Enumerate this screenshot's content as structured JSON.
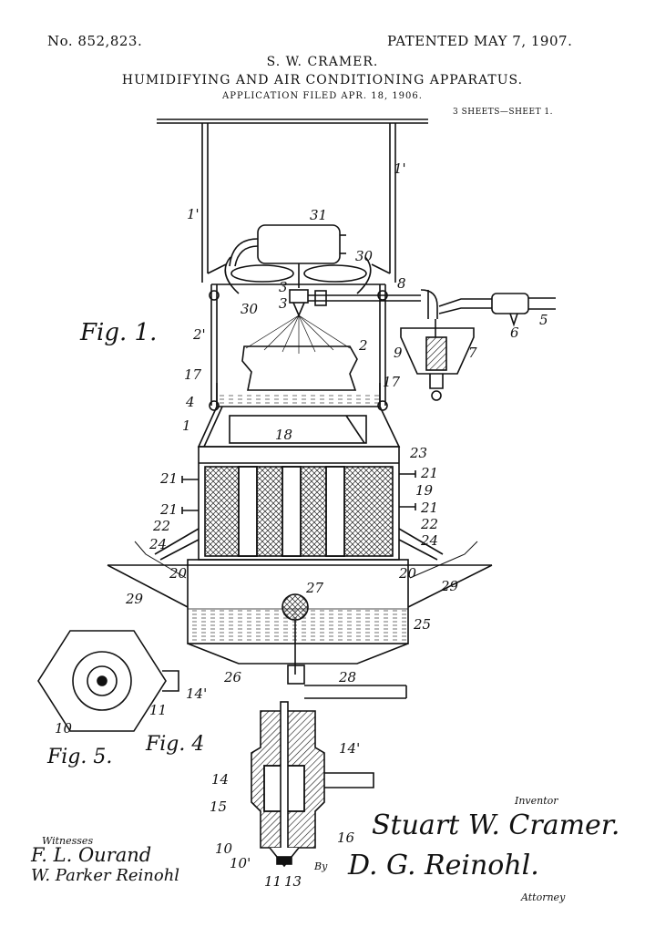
{
  "header": {
    "patent_no": "No. 852,823.",
    "patented": "PATENTED MAY 7, 1907.",
    "inventor": "S. W. CRAMER.",
    "title": "HUMIDIFYING AND AIR CONDITIONING APPARATUS.",
    "application": "APPLICATION FILED APR. 18, 1906.",
    "sheets": "3 SHEETS—SHEET 1."
  },
  "figures": {
    "fig1": "Fig. 1.",
    "fig4": "Fig. 4",
    "fig5": "Fig. 5."
  },
  "signatures": {
    "witnesses_label": "Witnesses",
    "witness_1": "F. L. Ourand",
    "witness_2": "W. Parker Reinohl",
    "inventor_label": "Inventor",
    "inventor_signature": "Stuart W. Cramer.",
    "by_label": "By",
    "attorney_signature": "D. G. Reinohl.",
    "attorney_label": "Attorney"
  },
  "reference_numerals": {
    "r1a": "1'",
    "r1b": "1'",
    "r31": "31",
    "r30a": "30",
    "r30b": "30",
    "r3a": "3",
    "r3b": "3",
    "r8": "8",
    "r5": "5",
    "r6": "6",
    "r2p": "2'",
    "r2": "2",
    "r9": "9",
    "r7": "7",
    "r17a": "17",
    "r17b": "17",
    "r4": "4",
    "r1": "1",
    "r18": "18",
    "r23": "23",
    "r21a": "21",
    "r21b": "21",
    "r21c": "21",
    "r21d": "21",
    "r19": "19",
    "r22a": "22",
    "r22b": "22",
    "r24a": "24",
    "r24b": "24",
    "r20a": "20",
    "r20b": "20",
    "r29a": "29",
    "r29b": "29",
    "r27": "27",
    "r25": "25",
    "r26": "26",
    "r28": "28",
    "r14pa": "14'",
    "r14pb": "14'",
    "r14": "14",
    "r15": "15",
    "r16": "16",
    "r10a": "10",
    "r10b": "10",
    "r10p": "10'",
    "r11a": "11",
    "r11b": "11",
    "r13": "13"
  }
}
